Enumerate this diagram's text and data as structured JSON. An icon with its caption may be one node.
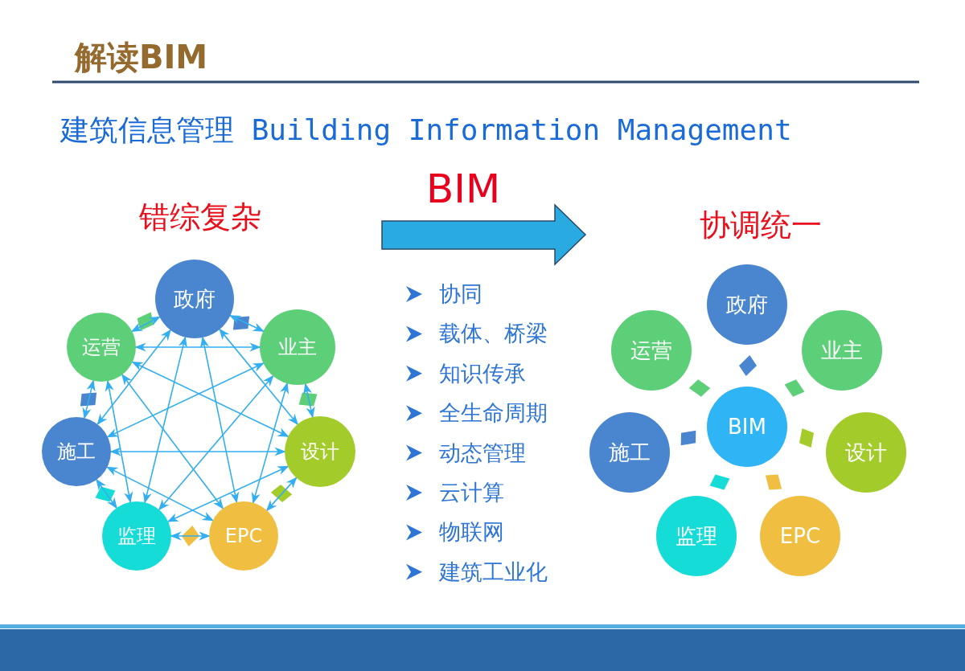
{
  "diagram": {
    "title": "解读BIM",
    "nodes": [
      {
        "text": [
          "错综复杂"
        ]
      },
      {
        "text": [
          "政府"
        ]
      },
      {
        "text": [
          "业主"
        ]
      },
      {
        "text": [
          "设计"
        ]
      },
      {
        "text": [
          "EPC"
        ]
      },
      {
        "text": [
          "监理"
        ]
      },
      {
        "text": [
          "施工"
        ]
      },
      {
        "text": [
          "运营"
        ]
      },
      {
        "text": [
          "协调统一"
        ]
      },
      {
        "text": [
          "政府"
        ]
      },
      {
        "text": [
          "运营"
        ]
      },
      {
        "text": [
          "业主"
        ]
      },
      {
        "text": [
          "BIM"
        ]
      },
      {
        "text": [
          "施工"
        ]
      },
      {
        "text": [
          "设计"
        ]
      },
      {
        "text": [
          "监理"
        ]
      },
      {
        "text": [
          "EPC"
        ]
      }
    ],
    "edges": [
      {
        "from": 0,
        "to": 8,
        "arrow": "to",
        "label": "BIM"
      },
      {
        "from": 1,
        "to": 2,
        "arrow": "both"
      },
      {
        "from": 1,
        "to": 3,
        "arrow": "both"
      },
      {
        "from": 1,
        "to": 4,
        "arrow": "both"
      },
      {
        "from": 1,
        "to": 5,
        "arrow": "both"
      },
      {
        "from": 1,
        "to": 6,
        "arrow": "both"
      },
      {
        "from": 1,
        "to": 7,
        "arrow": "both"
      },
      {
        "from": 2,
        "to": 3,
        "arrow": "both"
      },
      {
        "from": 2,
        "to": 4,
        "arrow": "both"
      },
      {
        "from": 2,
        "to": 5,
        "arrow": "both"
      },
      {
        "from": 2,
        "to": 6,
        "arrow": "both"
      },
      {
        "from": 2,
        "to": 7,
        "arrow": "both"
      },
      {
        "from": 3,
        "to": 4,
        "arrow": "both"
      },
      {
        "from": 3,
        "to": 5,
        "arrow": "both"
      },
      {
        "from": 3,
        "to": 6,
        "arrow": "both"
      },
      {
        "from": 3,
        "to": 7,
        "arrow": "both"
      },
      {
        "from": 4,
        "to": 5,
        "arrow": "both"
      },
      {
        "from": 4,
        "to": 6,
        "arrow": "both"
      },
      {
        "from": 4,
        "to": 7,
        "arrow": "both"
      },
      {
        "from": 5,
        "to": 6,
        "arrow": "both"
      },
      {
        "from": 5,
        "to": 7,
        "arrow": "both"
      },
      {
        "from": 6,
        "to": 7,
        "arrow": "both"
      }
    ],
    "labels": [
      "建筑信息管理 Building Information Management",
      "协同",
      "载体、桥梁",
      "知识传承",
      "全生命周期",
      "动态管理",
      "云计算",
      "物联网",
      "建筑工业化"
    ]
  }
}
